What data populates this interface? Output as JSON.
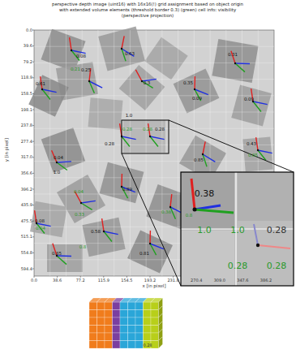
{
  "diagram": {
    "title": "perspective depth image (uint16) with 16x16(!) grid assignment based on object origin with extended volume elements (threshold border 0.3) (green) cell info: visibility (perspective projection)",
    "labels": [
      "0.0",
      "39.6",
      "79.2",
      "118.9",
      "158.5",
      "198.1",
      "237.8",
      "277.4",
      "317.0",
      "356.6",
      "396.2",
      "435.9",
      "475.5",
      "515.1",
      "554.8",
      "594.4",
      "0.0",
      "38.6",
      "77.2",
      "115.9",
      "154.5",
      "193.2",
      "231.8",
      "270.4",
      "309.0",
      "347.6",
      "386.2",
      "y [in pixel]",
      "x [in pixel]",
      "0.08",
      "0.63",
      "0.31",
      "0.21",
      "0.25",
      "0.3",
      "0.35",
      "0.61",
      "0.09",
      "0.09",
      "1.0",
      "0.28",
      "0.28",
      "0.28",
      "0.28",
      "0.43",
      "0.04",
      "1.0",
      "0.85",
      "0.85",
      "0.89",
      "0.04",
      "0.33",
      "0.38",
      "0.08",
      "0.04",
      "0.58",
      "0.8",
      "0.85",
      "0.81",
      "0.8",
      "0.38",
      "1.0",
      "1.0",
      "0.28",
      "0.28",
      "0.28",
      "0.28"
    ]
  }
}
